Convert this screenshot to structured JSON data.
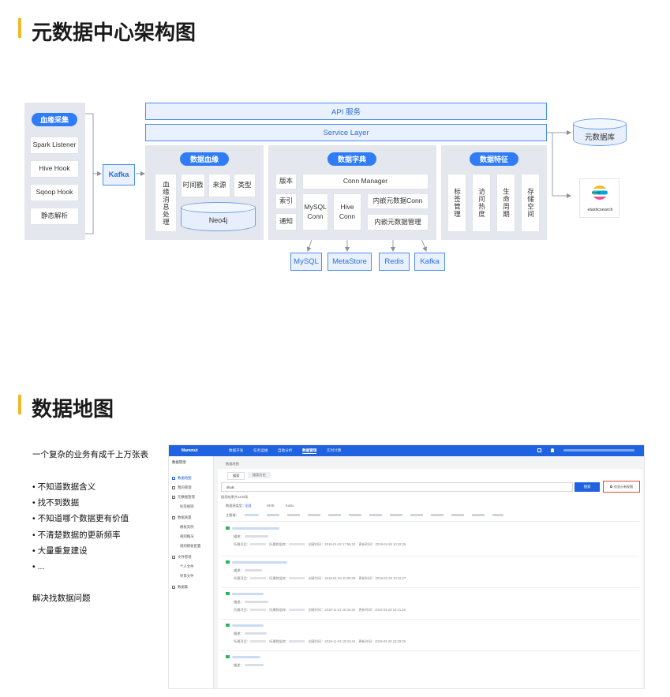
{
  "sections": {
    "arch_title": "元数据中心架构图",
    "map_title": "数据地图"
  },
  "architecture": {
    "lineage_collection": {
      "title": "血缘采集",
      "items": [
        "Spark Listener",
        "Hive Hook",
        "Sqoop Hook",
        "静态解析"
      ]
    },
    "kafka": "Kafka",
    "api_service": "API 服务",
    "service_layer": "Service Layer",
    "metadata_db": "元数据库",
    "elasticsearch": "elasticsearch",
    "data_lineage": {
      "title": "数据血缘",
      "process": "血缘消息处理",
      "timestamp": "时间戳",
      "source": "来源",
      "type": "类型",
      "neo4j": "Neo4j"
    },
    "data_dictionary": {
      "title": "数据字典",
      "version": "版本",
      "index": "索引",
      "notify": "通知",
      "conn_manager": "Conn Manager",
      "mysql_conn": "MySQL Conn",
      "hive_conn": "Hive Conn",
      "embedded_conn": "内嵌元数据Conn",
      "embedded_mgmt": "内嵌元数据管理"
    },
    "data_features": {
      "title": "数据特征",
      "items": [
        "标签管理",
        "访问热度",
        "生命周期",
        "存储空间"
      ]
    },
    "backends": [
      "MySQL",
      "MetaStore",
      "Redis",
      "Kafka"
    ]
  },
  "data_map": {
    "intro": "一个复杂的业务有成千上万张表",
    "bullets": [
      "不知道数据含义",
      "找不到数据",
      "不知道哪个数据更有价值",
      "不清楚数据的更新频率",
      "大量重复建设",
      "..."
    ],
    "conclusion": "解决找数据问题"
  },
  "screenshot": {
    "brand": "Mammut",
    "nav": [
      "数据开发",
      "任务运维",
      "自助分析",
      "数据管理",
      "实时计算"
    ],
    "nav_active": "数据管理",
    "sidebar_header": "数据管理",
    "sidebar": [
      "数据地图",
      "我的管理",
      "元数据管理",
      "标签规则",
      "数据质量",
      "模板实例",
      "规则概况",
      "规则模板配置",
      "文件管理",
      "个人文件",
      "项目文件",
      "数据集"
    ],
    "breadcrumb": "数据地图",
    "tabs": [
      "搜索",
      "搜索历史"
    ],
    "search_value": "shuls",
    "search_button": "搜索",
    "checkbox_label": "仅显示有权限",
    "result_label": "搜索结果共1233条",
    "filter_labels": [
      "数据源类型：",
      "全部",
      "HIVE",
      "Kudu",
      "主题域："
    ],
    "results": [
      {
        "created": "2019-01-02 17:56:20",
        "updated": "2019-03-29 10:22:26"
      },
      {
        "created": "2019-01-04 15:06:09",
        "updated": "2019-03-29 10:22:27"
      },
      {
        "created": "2018-11-21 10:34:29",
        "updated": "2019-03-29 10:21:26"
      },
      {
        "created": "2018-11-04 10:34:43",
        "updated": "2019-03-29 10:29:06"
      }
    ]
  }
}
